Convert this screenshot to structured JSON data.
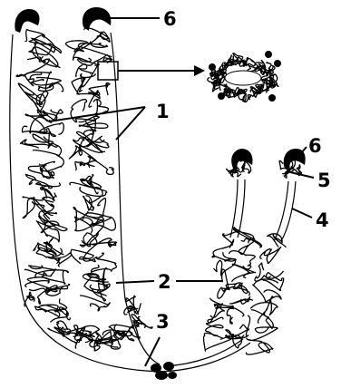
{
  "figure": {
    "colors": {
      "ink": "#000000",
      "background": "#ffffff"
    },
    "labels": [
      {
        "id": "n1",
        "text": "1"
      },
      {
        "id": "n2",
        "text": "2"
      },
      {
        "id": "n3",
        "text": "3"
      },
      {
        "id": "n4",
        "text": "4"
      },
      {
        "id": "n5",
        "text": "5"
      },
      {
        "id": "n6a",
        "text": "6"
      },
      {
        "id": "n6b",
        "text": "6"
      }
    ]
  }
}
